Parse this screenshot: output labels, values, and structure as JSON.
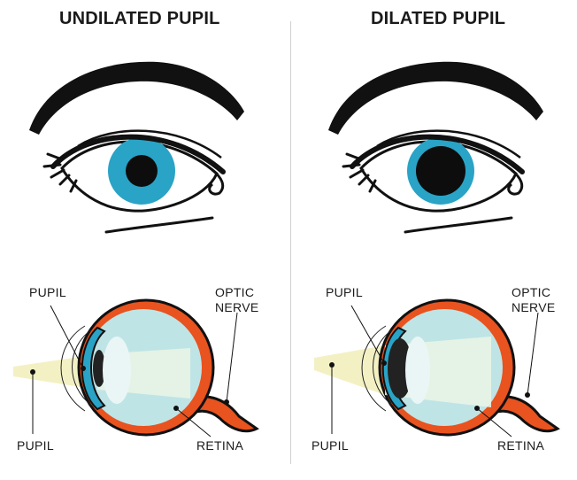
{
  "panels": [
    {
      "title": "UNDILATED PUPIL",
      "labels": {
        "pupil_top": "PUPIL",
        "optic_nerve_line1": "OPTIC",
        "optic_nerve_line2": "NERVE",
        "pupil_bottom": "PUPIL",
        "retina": "RETINA"
      }
    },
    {
      "title": "DILATED PUPIL",
      "labels": {
        "pupil_top": "PUPIL",
        "optic_nerve_line1": "OPTIC",
        "optic_nerve_line2": "NERVE",
        "pupil_bottom": "PUPIL",
        "retina": "RETINA"
      }
    }
  ],
  "colors": {
    "iris": "#29a3c6",
    "pupil": "#0d0d0d",
    "outline": "#111111",
    "eyeball_fill": "#bfe4e6",
    "sclera_layer": "#e8531f",
    "light_beam": "#f3f1c4",
    "lens": "#eaf6f6"
  },
  "pupil_size": {
    "undilated": "small",
    "dilated": "large"
  }
}
